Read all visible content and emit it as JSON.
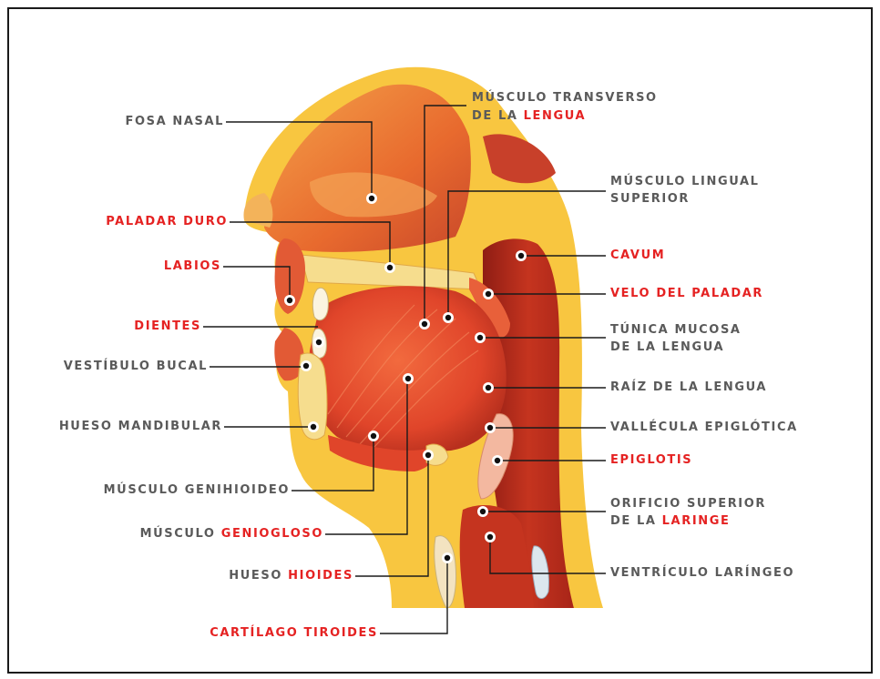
{
  "diagram": {
    "labels": {
      "fosa_nasal": "FOSA NASAL",
      "paladar_duro": "PALADAR DURO",
      "labios": "LABIOS",
      "dientes": "DIENTES",
      "vestibulo_bucal": "VESTÍBULO BUCAL",
      "hueso_mandibular": "HUESO MANDIBULAR",
      "musculo_genihioideo": "MÚSCULO GENIHIOIDEO",
      "musculo_geniogloso_a": "MÚSCULO ",
      "musculo_geniogloso_b": "GENIOGLOSO",
      "hueso_hioides_a": "HUESO ",
      "hueso_hioides_b": "HIOIDES",
      "cartilago_tiroides": "CARTÍLAGO TIROIDES",
      "musculo_transverso_1": "MÚSCULO TRANSVERSO",
      "musculo_transverso_2a": "DE LA ",
      "musculo_transverso_2b": "LENGUA",
      "musculo_lingual_1": "MÚSCULO LINGUAL",
      "musculo_lingual_2": "SUPERIOR",
      "cavum": "CAVUM",
      "velo_del_paladar": "VELO DEL PALADAR",
      "tunica_mucosa_1": "TÚNICA MUCOSA",
      "tunica_mucosa_2": "DE LA LENGUA",
      "raiz_de_la_lengua": "RAÍZ DE LA LENGUA",
      "vallecula": "VALLÉCULA EPIGLÓTICA",
      "epiglotis": "EPIGLOTIS",
      "orificio_1": "ORIFICIO SUPERIOR",
      "orificio_2a": "DE LA ",
      "orificio_2b": "LARINGE",
      "ventriculo": "VENTRÍCULO LARÍNGEO"
    },
    "colors": {
      "label_gray": "#5a5a5a",
      "label_red": "#e52222",
      "leader_line": "#1a1a1a",
      "tissue_dark_red": "#b3261a",
      "tissue_red": "#e0452a",
      "tissue_orange": "#f07a2e",
      "bone_cream": "#f6dd8e",
      "skin_yellow": "#f8c640"
    }
  }
}
